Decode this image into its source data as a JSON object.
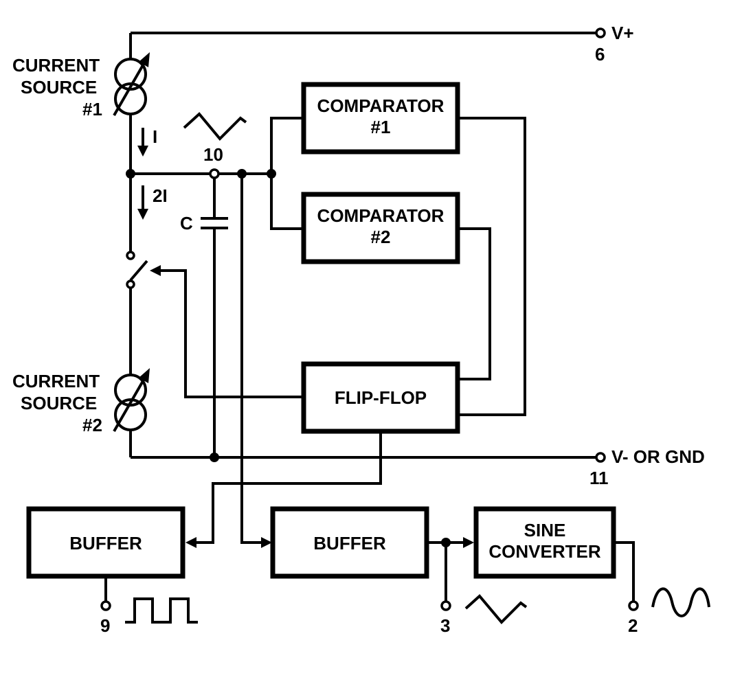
{
  "terminals": {
    "vplus": {
      "label": "V+",
      "pin": "6"
    },
    "vminus": {
      "label": "V- OR GND",
      "pin": "11"
    },
    "square_out": {
      "pin": "9"
    },
    "triangle_out": {
      "pin": "3"
    },
    "sine_out": {
      "pin": "2"
    },
    "timing_node": {
      "pin": "10"
    }
  },
  "current_source_1": {
    "line1": "CURRENT",
    "line2": "SOURCE",
    "line3": "#1"
  },
  "current_source_2": {
    "line1": "CURRENT",
    "line2": "SOURCE",
    "line3": "#2"
  },
  "currents": {
    "upper": "I",
    "lower": "2I"
  },
  "capacitor": {
    "label": "C"
  },
  "blocks": {
    "comparator1": {
      "line1": "COMPARATOR",
      "line2": "#1"
    },
    "comparator2": {
      "line1": "COMPARATOR",
      "line2": "#2"
    },
    "flipflop": {
      "label": "FLIP-FLOP"
    },
    "buffer_left": {
      "label": "BUFFER"
    },
    "buffer_right": {
      "label": "BUFFER"
    },
    "sine_converter": {
      "line1": "SINE",
      "line2": "CONVERTER"
    }
  },
  "waveforms": {
    "node10": "triangle-wave-icon",
    "pin9": "square-wave-icon",
    "pin3": "triangle-wave-icon",
    "pin2": "sine-wave-icon"
  }
}
